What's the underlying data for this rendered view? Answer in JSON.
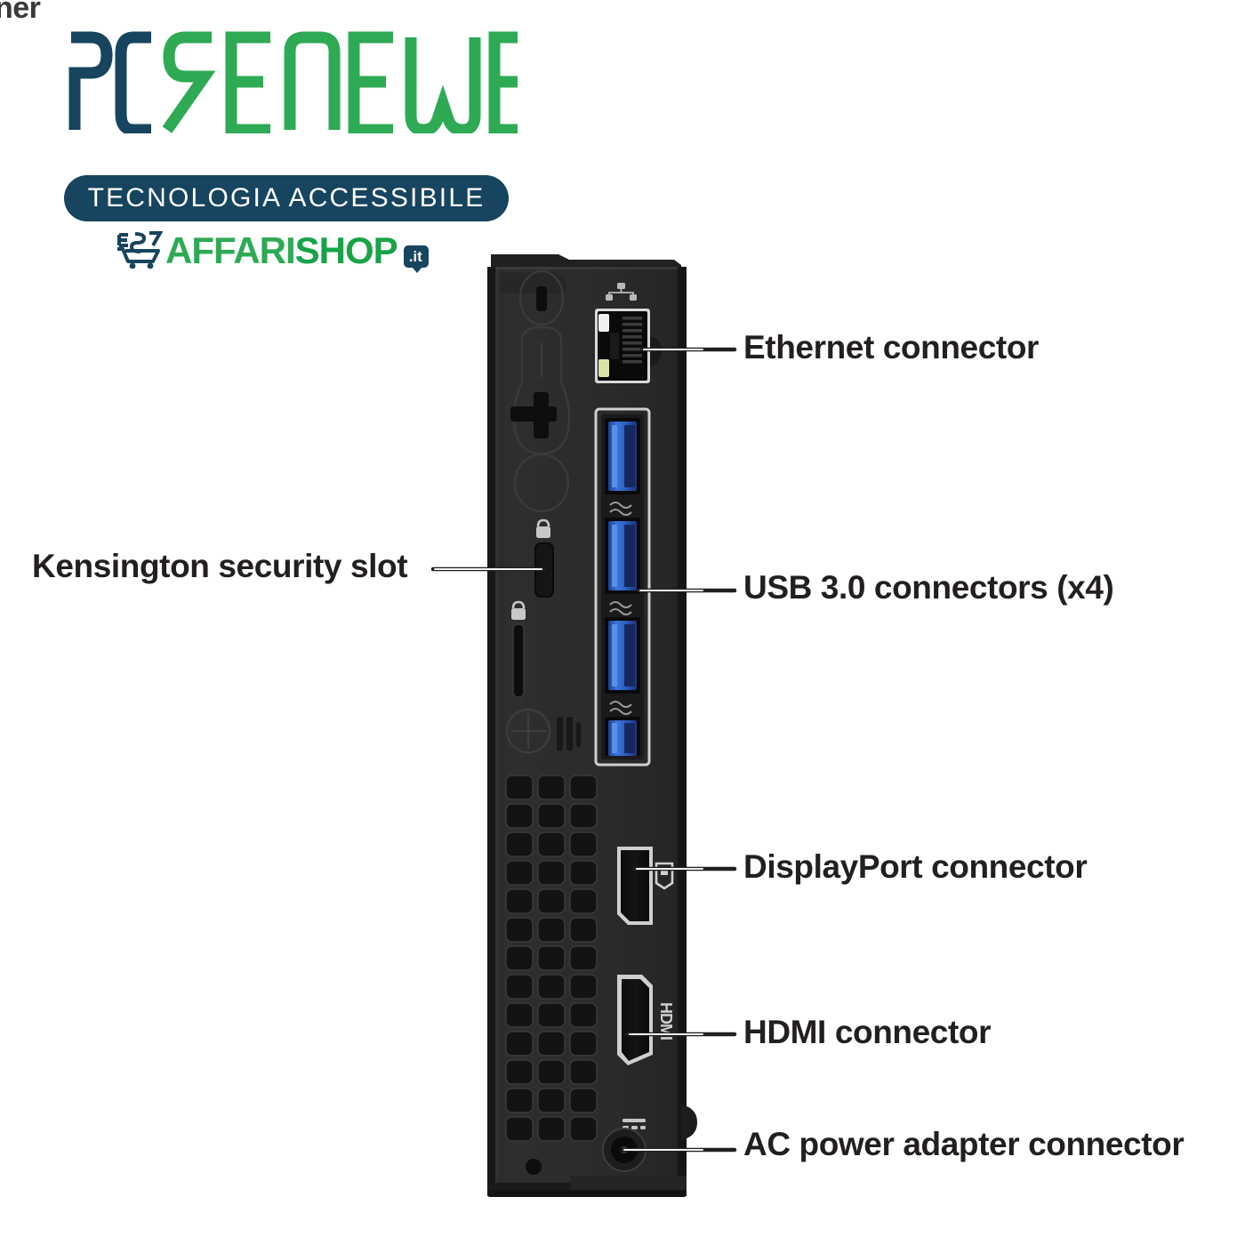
{
  "page": {
    "background_color": "#ffffff",
    "cropped_text_fragment": "ner"
  },
  "logo": {
    "brand_part1": "PC",
    "brand_part2": "RENEWED",
    "brand_full": "PCRENEWED",
    "brand_navy": "#17445e",
    "brand_green": "#2eaa54",
    "tagline": "TECNOLOGIA ACCESSIBILE",
    "tagline_badge_color": "#17445e",
    "tagline_text_color": "#ffffff",
    "shop_icon_name": "shopping-cart-as-icon",
    "shop_part1": "AFFARI",
    "shop_part2": "SHOP",
    "shop_tld": ".it",
    "shop_part1_color": "#2eaa54",
    "shop_part2_color": "#18a348",
    "shop_tld_bg": "#17445e"
  },
  "device": {
    "name": "desktop-micro-rear-panel",
    "chassis_color": "#2b2b2d",
    "usb_port_color": "#2f63c4",
    "ports": [
      {
        "id": "ethernet",
        "icon": "network-icon",
        "count": 1
      },
      {
        "id": "usb30",
        "icon": "superspeed-usb-icon",
        "count": 4
      },
      {
        "id": "displayport",
        "icon": "displayport-icon",
        "count": 1
      },
      {
        "id": "hdmi",
        "icon": "hdmi-icon",
        "count": 1
      },
      {
        "id": "ac_power",
        "icon": "dc-power-icon",
        "count": 1
      },
      {
        "id": "kensington",
        "icon": "padlock-icon",
        "count": 1
      }
    ]
  },
  "callouts": {
    "ethernet": "Ethernet connector",
    "usb": "USB 3.0 connectors (x4)",
    "displayport": "DisplayPort connector",
    "hdmi": "HDMI connector",
    "ac_power": "AC power adapter connector",
    "kensington": "Kensington security slot",
    "leader_color": "#231f20"
  }
}
